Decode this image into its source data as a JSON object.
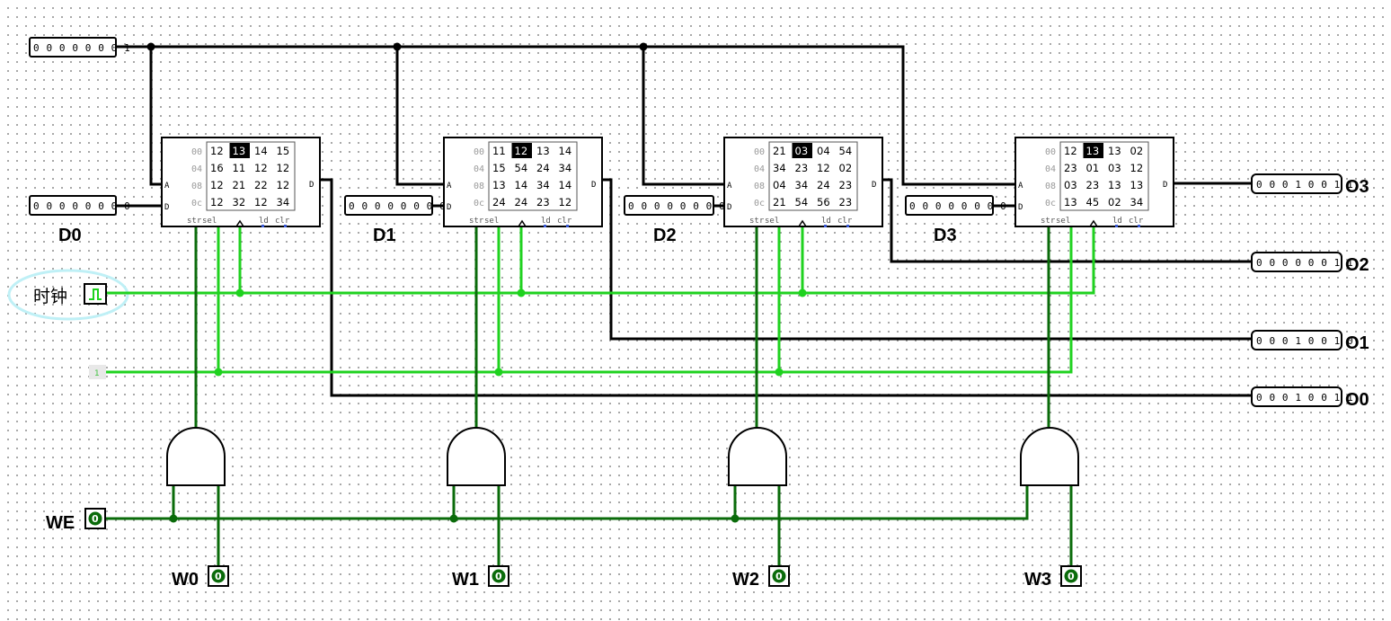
{
  "address_input": "0 0 0 0 0 0 0 1",
  "constant": "1",
  "clock": {
    "label": "时钟"
  },
  "pin_labels": {
    "A": "A",
    "D_in": "D",
    "D_out": "D",
    "str": "str",
    "sel": "sel",
    "ld": "ld",
    "clr": "clr"
  },
  "addresses": [
    "00",
    "04",
    "08",
    "0c"
  ],
  "registers": [
    {
      "label": "D0",
      "data_input": "0 0 0 0 0 0 0 0",
      "cells": [
        [
          "12",
          "13",
          "14",
          "15"
        ],
        [
          "16",
          "11",
          "12",
          "12"
        ],
        [
          "12",
          "21",
          "22",
          "12"
        ],
        [
          "12",
          "32",
          "12",
          "34"
        ]
      ],
      "selected": [
        0,
        1
      ]
    },
    {
      "label": "D1",
      "data_input": "0 0 0 0 0 0 0 0",
      "cells": [
        [
          "11",
          "12",
          "13",
          "14"
        ],
        [
          "15",
          "54",
          "24",
          "34"
        ],
        [
          "13",
          "14",
          "34",
          "14"
        ],
        [
          "24",
          "24",
          "23",
          "12"
        ]
      ],
      "selected": [
        0,
        1
      ]
    },
    {
      "label": "D2",
      "data_input": "0 0 0 0 0 0 0 0",
      "cells": [
        [
          "21",
          "03",
          "04",
          "54"
        ],
        [
          "34",
          "23",
          "12",
          "02"
        ],
        [
          "04",
          "34",
          "24",
          "23"
        ],
        [
          "21",
          "54",
          "56",
          "23"
        ]
      ],
      "selected": [
        0,
        1
      ]
    },
    {
      "label": "D3",
      "data_input": "0 0 0 0 0 0 0 0",
      "cells": [
        [
          "12",
          "13",
          "13",
          "02"
        ],
        [
          "23",
          "01",
          "03",
          "12"
        ],
        [
          "03",
          "23",
          "13",
          "13"
        ],
        [
          "13",
          "45",
          "02",
          "34"
        ]
      ],
      "selected": [
        0,
        1
      ]
    }
  ],
  "outputs": [
    {
      "label": "O3",
      "value": "0 0 0 1 0 0 1 1"
    },
    {
      "label": "O2",
      "value": "0 0 0 0 0 0 1 1"
    },
    {
      "label": "O1",
      "value": "0 0 0 1 0 0 1 0"
    },
    {
      "label": "O0",
      "value": "0 0 0 1 0 0 1 1"
    }
  ],
  "we": {
    "label": "WE",
    "value": "0"
  },
  "write_pins": [
    {
      "label": "W0",
      "value": "0"
    },
    {
      "label": "W1",
      "value": "0"
    },
    {
      "label": "W2",
      "value": "0"
    },
    {
      "label": "W3",
      "value": "0"
    }
  ],
  "colors": {
    "wire_black": "#000000",
    "wire_bright_green": "#1fd21f",
    "wire_dark_green": "#0a6b0a",
    "selected_cell": "#000000",
    "clock_highlight": "#bff0f6"
  }
}
